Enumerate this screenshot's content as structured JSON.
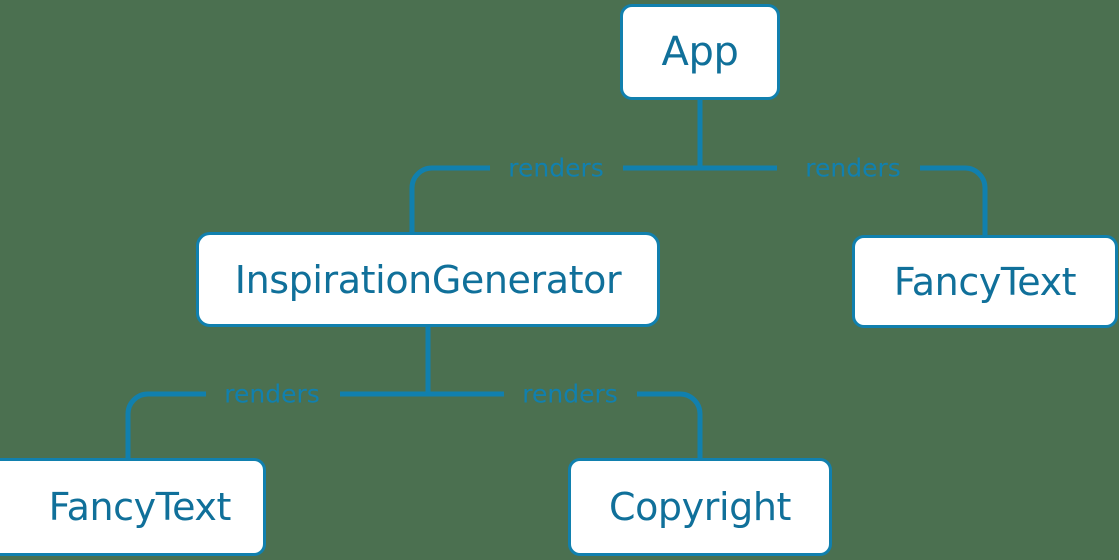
{
  "diagram": {
    "type": "component-tree",
    "title": "React component tree",
    "background_color": "#4b7050",
    "line_color": "#1180ae",
    "node_border_color": "#1180ae",
    "node_fill_color": "#ffffff",
    "node_text_color": "#10709a",
    "edge_label_color": "#1180ae"
  },
  "nodes": [
    {
      "id": "app",
      "label": "App"
    },
    {
      "id": "inspiration_generator",
      "label": "InspirationGenerator"
    },
    {
      "id": "fancytext_app",
      "label": "FancyText"
    },
    {
      "id": "fancytext_ig",
      "label": "FancyText"
    },
    {
      "id": "copyright",
      "label": "Copyright"
    }
  ],
  "edges": [
    {
      "from": "app",
      "to": "inspiration_generator",
      "label": "renders"
    },
    {
      "from": "app",
      "to": "fancytext_app",
      "label": "renders"
    },
    {
      "from": "inspiration_generator",
      "to": "fancytext_ig",
      "label": "renders"
    },
    {
      "from": "inspiration_generator",
      "to": "copyright",
      "label": "renders"
    }
  ]
}
